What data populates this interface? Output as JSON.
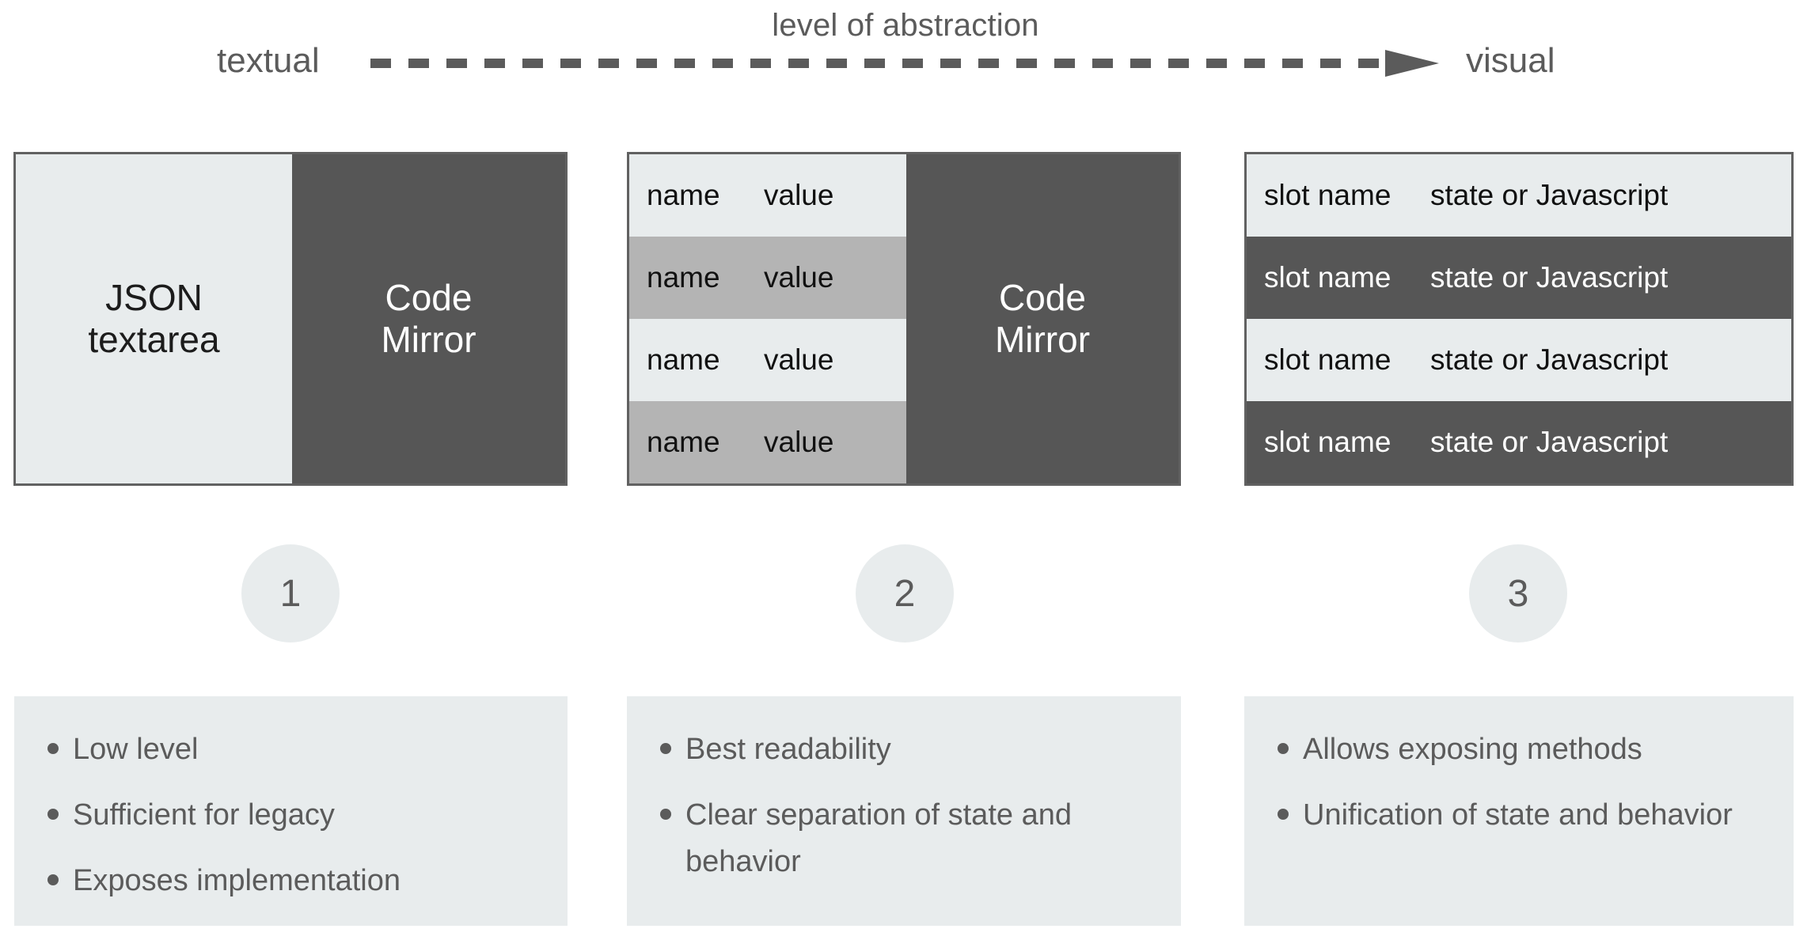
{
  "axis": {
    "title": "level of abstraction",
    "left_label": "textual",
    "right_label": "visual",
    "arrow_style": "dashed-right-arrow",
    "color": "#5b5b5b"
  },
  "colors": {
    "light_panel": "#E8ECED",
    "dark_panel": "#565656",
    "mid_gray_row": "#B4B4B4",
    "border": "#616161",
    "text_dark": "#111111",
    "text_light": "#ffffff",
    "muted_text": "#5b5b5b"
  },
  "panels": [
    {
      "id": 1,
      "left_pane_label": "JSON\ntextarea",
      "right_pane_label": "Code\nMirror"
    },
    {
      "id": 2,
      "rows": [
        {
          "name": "name",
          "value": "value"
        },
        {
          "name": "name",
          "value": "value"
        },
        {
          "name": "name",
          "value": "value"
        },
        {
          "name": "name",
          "value": "value"
        }
      ],
      "right_pane_label": "Code\nMirror"
    },
    {
      "id": 3,
      "rows": [
        {
          "name": "slot name",
          "value": "state or Javascript"
        },
        {
          "name": "slot name",
          "value": "state or Javascript"
        },
        {
          "name": "slot name",
          "value": "state or Javascript"
        },
        {
          "name": "slot name",
          "value": "state or Javascript"
        }
      ]
    }
  ],
  "badges": [
    {
      "number": "1"
    },
    {
      "number": "2"
    },
    {
      "number": "3"
    }
  ],
  "cards": [
    {
      "id": 1,
      "bullets": [
        "Low level",
        "Sufficient for legacy",
        "Exposes implementation"
      ]
    },
    {
      "id": 2,
      "bullets": [
        "Best readability",
        "Clear separation of state and behavior"
      ]
    },
    {
      "id": 3,
      "bullets": [
        "Allows exposing methods",
        "Unification of state and behavior"
      ]
    }
  ]
}
